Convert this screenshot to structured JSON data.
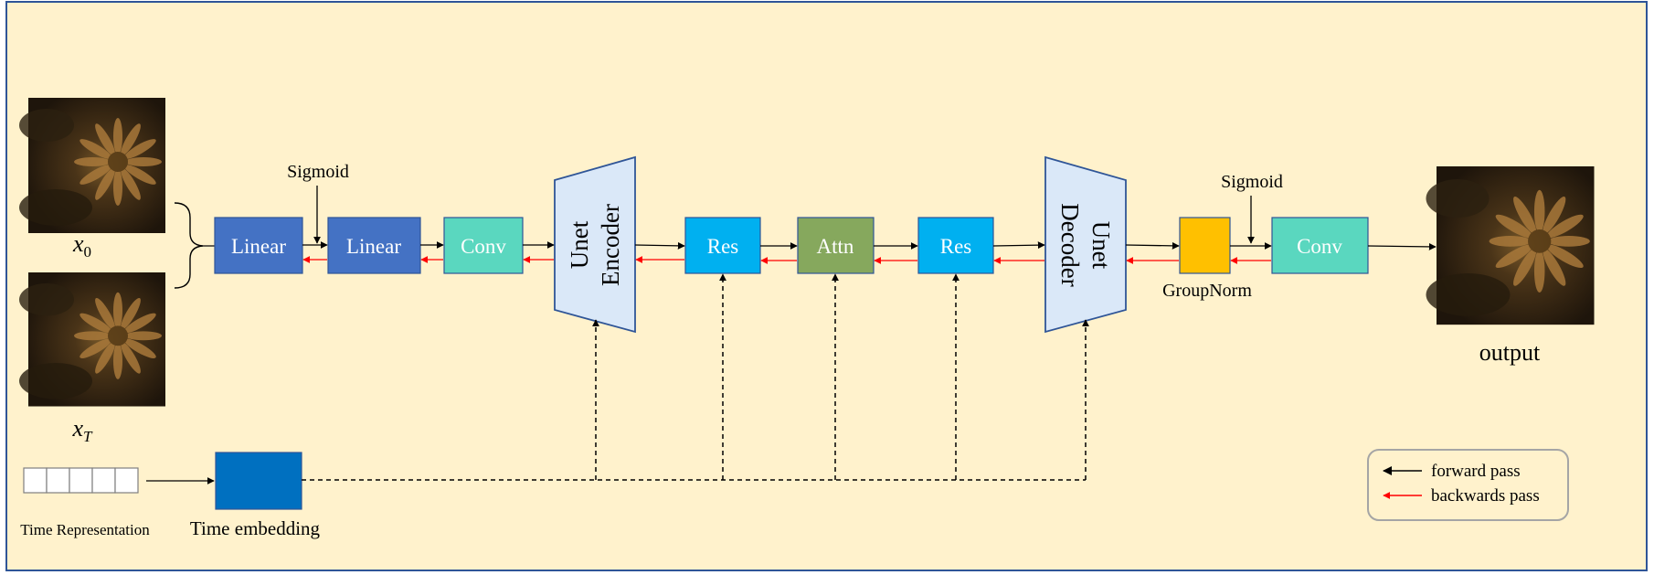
{
  "inputs": {
    "x0_label": "x",
    "x0_sub": "0",
    "xT_label": "x",
    "xT_sub": "T"
  },
  "blocks": {
    "linear1": "Linear",
    "linear2": "Linear",
    "conv1": "Conv",
    "unet_encoder_line1": "Unet",
    "unet_encoder_line2": "Encoder",
    "res1": "Res",
    "attn": "Attn",
    "res2": "Res",
    "unet_decoder_line1": "Unet",
    "unet_decoder_line2": "Decoder",
    "conv2": "Conv"
  },
  "labels": {
    "sigmoid_1": "Sigmoid",
    "sigmoid_2": "Sigmoid",
    "groupnorm": "GroupNorm",
    "output": "output",
    "time_representation": "Time Representation",
    "time_embedding": "Time embedding"
  },
  "legend": {
    "forward": "forward pass",
    "backward": "backwards pass"
  },
  "colors": {
    "background": "#fff2cc",
    "frame": "#2f5597",
    "linear": "#4472c4",
    "conv": "#5ad7bf",
    "unet": "#dae8f8",
    "res": "#00b0f0",
    "attn": "#86a85d",
    "groupnorm": "#ffc000",
    "time_embedding": "#0070c0",
    "forward_arrow": "#000000",
    "backward_arrow": "#ff0000"
  },
  "icons": [
    "curly-brace",
    "flower-image",
    "dashed-arrow",
    "solid-arrow"
  ]
}
